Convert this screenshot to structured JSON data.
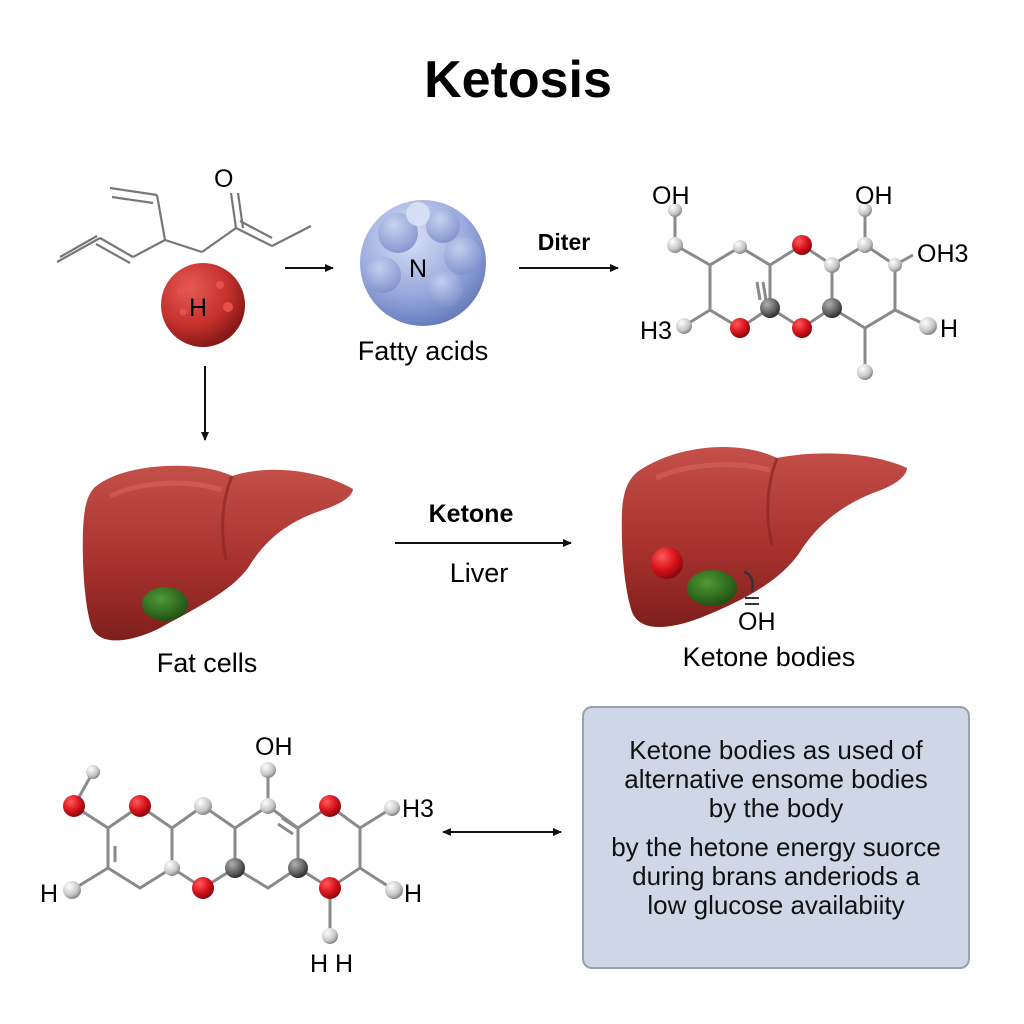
{
  "title": "Ketosis",
  "molecule_top_left": {
    "o_label": "O",
    "h_label": "H"
  },
  "fatty_acid_blob": {
    "n_label": "N",
    "caption": "Fatty acids"
  },
  "arrow_top_right": {
    "label": "Diter"
  },
  "molecule_top_right": {
    "oh_left": "OH",
    "oh_right": "OH",
    "oh3": "OH3",
    "h3": "H3",
    "h": "H"
  },
  "fat_cells": {
    "caption": "Fat cells"
  },
  "middle_arrow": {
    "label_top": "Ketone",
    "label_bottom": "Liver"
  },
  "ketone_liver": {
    "oh_label": "OH",
    "caption": "Ketone bodies"
  },
  "molecule_bottom": {
    "oh": "OH",
    "h3": "H3",
    "h_left": "H",
    "h_right": "H",
    "hh": "H H"
  },
  "info_box": {
    "paragraph_1": [
      "Ketone bodies as  used of",
      "alternative ensome bodies",
      "by the body"
    ],
    "paragraph_2": [
      "by the hetone energy suorce",
      "during brans anderiods a",
      "low glucose availabiity"
    ]
  },
  "colors": {
    "liver": "#a8322e",
    "gallbladder": "#2f6b1e",
    "oxygen": "#d8121c",
    "hydrogen": "#cfcfcf",
    "carbon": "#6f6f6f",
    "blob": "#8fa1d6",
    "info_box": "#cfd6e6"
  }
}
